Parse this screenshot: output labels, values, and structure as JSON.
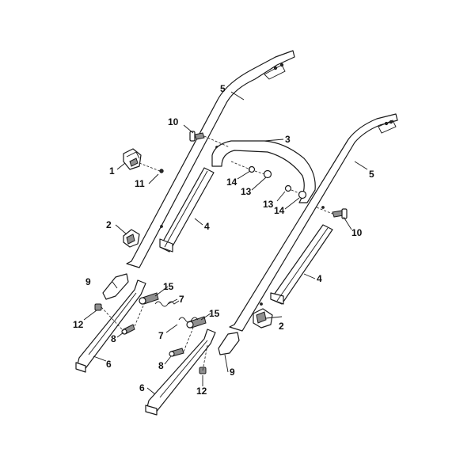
{
  "callouts": {
    "c1": "1",
    "c2_top": "2",
    "c2_bottom": "2",
    "c3": "3",
    "c4_left": "4",
    "c4_right": "4",
    "c5_left": "5",
    "c5_right": "5",
    "c6_top": "6",
    "c6_bottom": "6",
    "c7_top": "7",
    "c7_bottom": "7",
    "c8_top": "8",
    "c8_bottom": "8",
    "c9_top": "9",
    "c9_bottom": "9",
    "c10_top": "10",
    "c10_right": "10",
    "c11": "11",
    "c12_top": "12",
    "c12_bottom": "12",
    "c13_left": "13",
    "c13_right": "13",
    "c14_left": "14",
    "c14_right": "14",
    "c15_top": "15",
    "c15_bottom": "15"
  }
}
